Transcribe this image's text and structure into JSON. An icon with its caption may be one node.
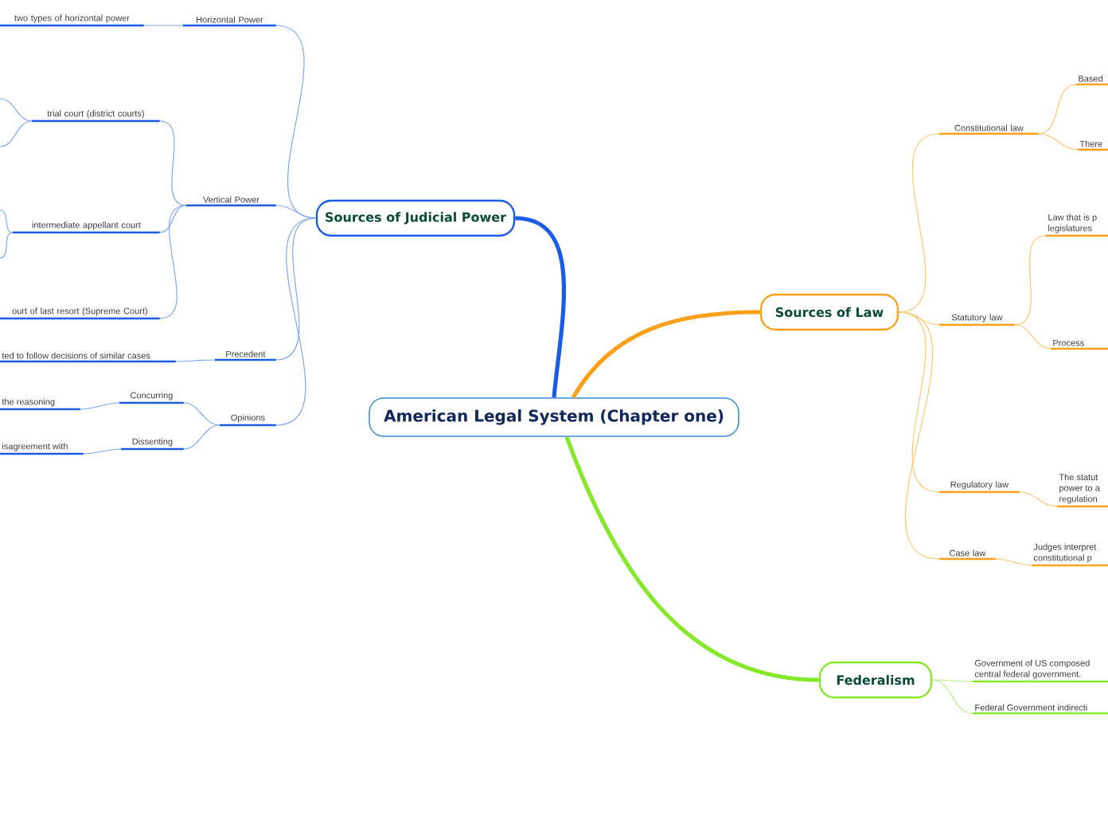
{
  "diagram": {
    "nodes": [
      {
        "text": [
          "American Legal System (Chapter one)"
        ]
      },
      {
        "text": [
          "Sources of Judicial Power"
        ]
      },
      {
        "text": [
          "Horizontal Power"
        ]
      },
      {
        "text": [
          "two types of horizontal power"
        ]
      },
      {
        "text": [
          "Vertical Power"
        ]
      },
      {
        "text": [
          "trial court (district courts)"
        ]
      },
      {
        "text": [
          "intermediate appellant court"
        ]
      },
      {
        "text": [
          "ourt of last resort (Supreme Court)"
        ]
      },
      {
        "text": [
          "Precedent"
        ]
      },
      {
        "text": [
          "ted to follow decisions of similar cases"
        ]
      },
      {
        "text": [
          "Opinions"
        ]
      },
      {
        "text": [
          "Concurring"
        ]
      },
      {
        "text": [
          "the reasoning"
        ]
      },
      {
        "text": [
          "Dissenting"
        ]
      },
      {
        "text": [
          "isagreement with"
        ]
      },
      {
        "text": [
          "Sources of Law"
        ]
      },
      {
        "text": [
          "Constitutional law"
        ]
      },
      {
        "text": [
          "Based"
        ]
      },
      {
        "text": [
          "There"
        ]
      },
      {
        "text": [
          "Law that is p legislatures"
        ]
      },
      {
        "text": [
          "Statutory law"
        ]
      },
      {
        "text": [
          "Process"
        ]
      },
      {
        "text": [
          "The statut power to a regulation"
        ]
      },
      {
        "text": [
          "Regulatory law"
        ]
      },
      {
        "text": [
          "Case law"
        ]
      },
      {
        "text": [
          "Judges interpret constitutional p"
        ]
      },
      {
        "text": [
          "Federalism"
        ]
      },
      {
        "text": [
          "Government of US composed central federal government."
        ]
      },
      {
        "text": [
          "Federal Government indirecti"
        ]
      }
    ],
    "edges": [
      {
        "from": 0,
        "to": 1,
        "arrow": "none",
        "style": "thick",
        "color": "#1a5ce6"
      },
      {
        "from": 1,
        "to": 2,
        "arrow": "none",
        "color": "#7fa6f2"
      },
      {
        "from": 2,
        "to": 3,
        "arrow": "none",
        "color": "#7fa6f2"
      },
      {
        "from": 1,
        "to": 4,
        "arrow": "none",
        "color": "#7fa6f2"
      },
      {
        "from": 4,
        "to": 5,
        "arrow": "none",
        "color": "#7fa6f2"
      },
      {
        "from": 5,
        "to": null,
        "arrow": "none",
        "color": "#7fa6f2"
      },
      {
        "from": 5,
        "to": null,
        "arrow": "none",
        "color": "#7fa6f2"
      },
      {
        "from": 4,
        "to": 6,
        "arrow": "none",
        "color": "#7fa6f2"
      },
      {
        "from": 6,
        "to": null,
        "arrow": "none",
        "color": "#7fa6f2"
      },
      {
        "from": 6,
        "to": null,
        "arrow": "none",
        "color": "#7fa6f2"
      },
      {
        "from": 4,
        "to": 7,
        "arrow": "none",
        "color": "#7fa6f2"
      },
      {
        "from": 1,
        "to": 8,
        "arrow": "none",
        "color": "#7fa6f2"
      },
      {
        "from": 8,
        "to": 9,
        "arrow": "none",
        "color": "#7fa6f2"
      },
      {
        "from": 1,
        "to": 10,
        "arrow": "none",
        "color": "#7fa6f2"
      },
      {
        "from": 10,
        "to": 11,
        "arrow": "none",
        "color": "#7fa6f2"
      },
      {
        "from": 11,
        "to": 12,
        "arrow": "none",
        "color": "#7fa6f2"
      },
      {
        "from": 10,
        "to": 13,
        "arrow": "none",
        "color": "#7fa6f2"
      },
      {
        "from": 13,
        "to": 14,
        "arrow": "none",
        "color": "#7fa6f2"
      },
      {
        "from": 0,
        "to": 15,
        "arrow": "none",
        "style": "thick",
        "color": "#ff9f1a"
      },
      {
        "from": 15,
        "to": 16,
        "arrow": "none",
        "color": "#ffc870"
      },
      {
        "from": 16,
        "to": 17,
        "arrow": "none",
        "color": "#ffc870"
      },
      {
        "from": 16,
        "to": 18,
        "arrow": "none",
        "color": "#ffc870"
      },
      {
        "from": 15,
        "to": 20,
        "arrow": "none",
        "color": "#ffc870"
      },
      {
        "from": 20,
        "to": 19,
        "arrow": "none",
        "color": "#ffc870"
      },
      {
        "from": 20,
        "to": 21,
        "arrow": "none",
        "color": "#ffc870"
      },
      {
        "from": 15,
        "to": 23,
        "arrow": "none",
        "color": "#ffc870"
      },
      {
        "from": 23,
        "to": 22,
        "arrow": "none",
        "color": "#ffc870"
      },
      {
        "from": 15,
        "to": 24,
        "arrow": "none",
        "color": "#ffc870"
      },
      {
        "from": 24,
        "to": 25,
        "arrow": "none",
        "color": "#ffc870"
      },
      {
        "from": 0,
        "to": 26,
        "arrow": "none",
        "style": "thick",
        "color": "#86e82a"
      },
      {
        "from": 26,
        "to": 27,
        "arrow": "none",
        "color": "#b4f07a"
      },
      {
        "from": 26,
        "to": 28,
        "arrow": "none",
        "color": "#b4f07a"
      }
    ]
  }
}
